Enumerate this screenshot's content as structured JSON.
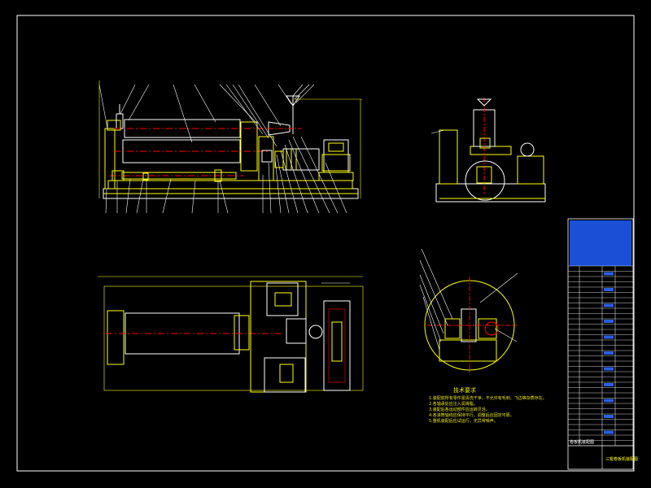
{
  "drawing": {
    "technical_requirements": {
      "title": "技术要求",
      "lines": [
        "1.装配前所有零件需清洗干净，不允许有毛刺、飞边等杂质存在。",
        "2.各轴承处应注入润滑脂。",
        "3.装配后各运动部件应运转灵活。",
        "4.各滚筒轴线应保持平行，调整后应固定可靠。",
        "5.整机装配后应试运行，无异常噪声。"
      ]
    },
    "title_block": {
      "drawing_name": "三辊卷板机装配图",
      "title_left": "卷板机装配图"
    },
    "colors": {
      "background": "#000000",
      "outline": "#ffffff",
      "part_lines": "#ffff00",
      "centerline": "#ff0000",
      "table_highlight": "#1a4fd6",
      "table_fill": "#2a5de0"
    }
  }
}
